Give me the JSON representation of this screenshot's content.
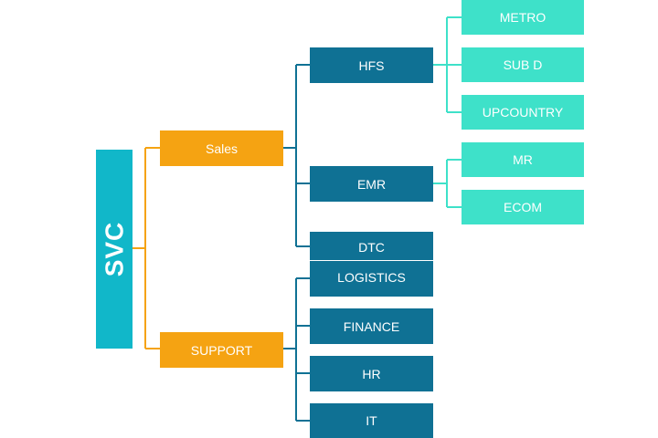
{
  "root": {
    "label": "SVC"
  },
  "level1": [
    {
      "label": "Sales"
    },
    {
      "label": "SUPPORT"
    }
  ],
  "sales_children": [
    {
      "label": "HFS"
    },
    {
      "label": "EMR"
    },
    {
      "label": "DTC"
    }
  ],
  "support_children": [
    {
      "label": "LOGISTICS"
    },
    {
      "label": "FINANCE"
    },
    {
      "label": "HR"
    },
    {
      "label": "IT"
    }
  ],
  "hfs_children": [
    {
      "label": "METRO"
    },
    {
      "label": "SUB D"
    },
    {
      "label": "UPCOUNTRY"
    }
  ],
  "emr_children": [
    {
      "label": "MR"
    },
    {
      "label": "ECOM"
    }
  ],
  "colors": {
    "root": "#11b7c9",
    "level1": "#f5a312",
    "level2": "#0f7194",
    "level3": "#3ee1c9",
    "connector_orange": "#f5a312",
    "connector_blue": "#0f7194",
    "connector_teal": "#3ee1c9"
  }
}
